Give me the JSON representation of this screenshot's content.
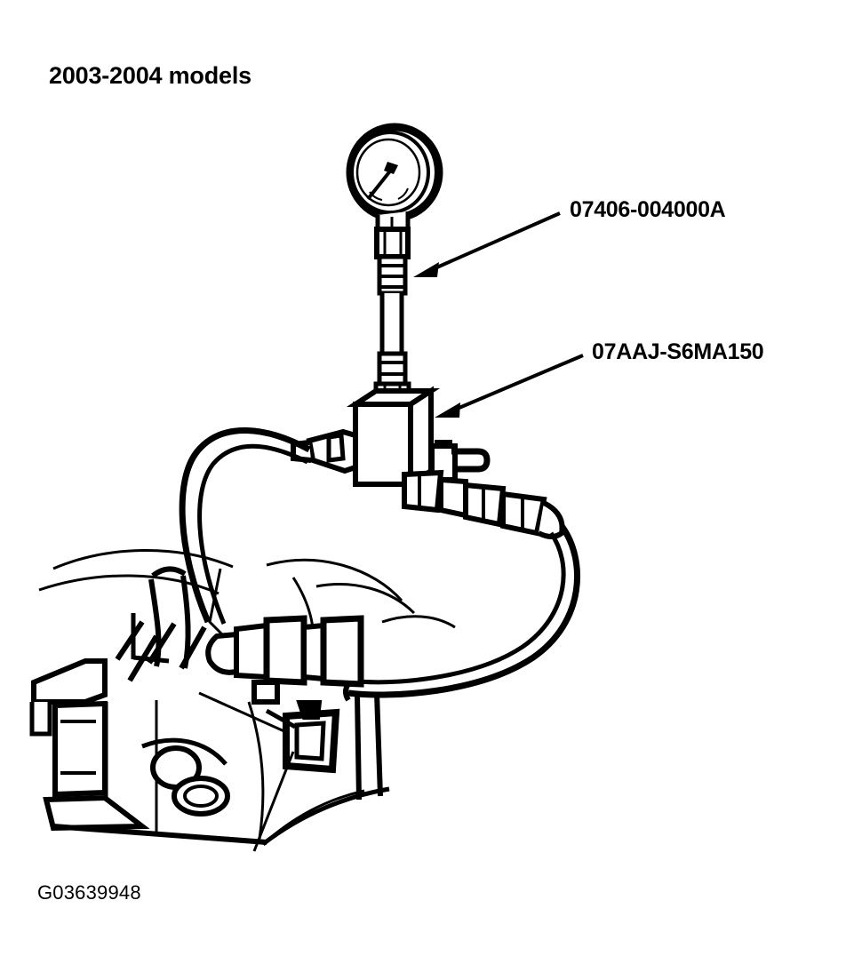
{
  "document": {
    "title": "2003-2004 models",
    "figure_id": "G03639948",
    "background_color": "#ffffff",
    "line_color": "#000000"
  },
  "callouts": [
    {
      "id": "gauge",
      "part_number": "07406-004000A",
      "points_to": "fuel-pressure-gauge-hose-stem"
    },
    {
      "id": "adapter",
      "part_number": "07AAJ-S6MA150",
      "points_to": "manifold-adapter-block"
    }
  ],
  "diagram": {
    "type": "line-art-technical-illustration",
    "subject": "Fuel pressure gauge and adapter installed on engine fuel rail",
    "components": [
      "pressure-gauge-dial",
      "gauge-hex-nut",
      "gauge-hose-stem",
      "manifold-adapter-block",
      "valve-lever",
      "quick-connect-couplings",
      "left-service-hose",
      "right-service-hose",
      "engine-fuel-rail",
      "engine-bracket-clamp"
    ]
  }
}
